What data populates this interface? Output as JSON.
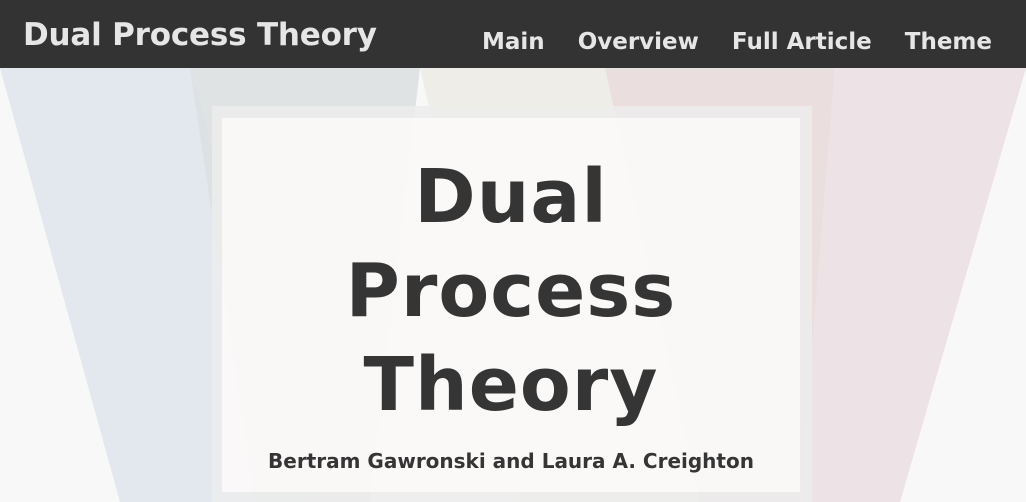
{
  "header": {
    "site_title": "Dual Process Theory",
    "nav": [
      "Main",
      "Overview",
      "Full Article",
      "Theme"
    ]
  },
  "hero": {
    "title_lines": [
      "Dual",
      "Process",
      "Theory"
    ],
    "authors": "Bertram Gawronski and Laura A. Creighton"
  },
  "colors": {
    "navbar": "#333333",
    "nav_text": "#e6e6e6",
    "text_dark": "#353535",
    "page_bg": "#f8f8f8",
    "beam_blue": "#e2e8ee",
    "beam_gray": "#dde0e1",
    "beam_cream": "#efede8",
    "beam_rose": "#e8dada",
    "beam_pink": "#ede2e6"
  }
}
